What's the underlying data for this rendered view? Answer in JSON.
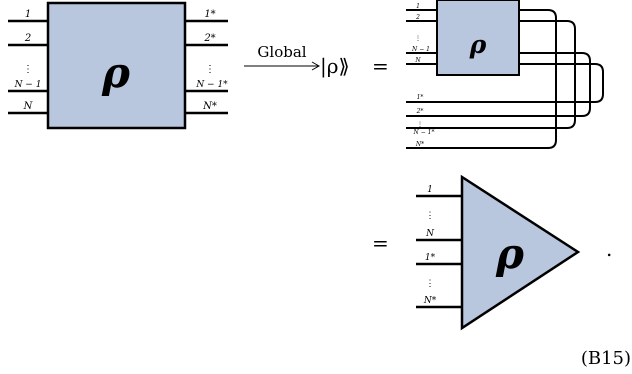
{
  "left_tensor": {
    "in_labels": [
      "1",
      "2",
      "⋮",
      "N − 1",
      "N"
    ],
    "out_labels": [
      "1*",
      "2*",
      "⋮",
      "N − 1*",
      "N*"
    ],
    "symbol": "ρ"
  },
  "arrow": {
    "label": "Global"
  },
  "vectorized": {
    "symbol": "|ρ⟫"
  },
  "equals_1": "=",
  "middle_tensor": {
    "in_labels": [
      "1",
      "2",
      "⋮",
      "N − 1",
      "N"
    ],
    "out_labels": [
      "1*",
      "2*",
      "⋮",
      "N − 1*",
      "N*"
    ],
    "symbol": "ρ"
  },
  "equals_2": "=",
  "triangle_tensor": {
    "labels": [
      "1",
      "⋮",
      "N",
      "1*",
      "⋮",
      "N*"
    ],
    "symbol": "ρ"
  },
  "period": ".",
  "equation_number": "(B15)",
  "colors": {
    "tensor_fill": "#b8c6de",
    "stroke": "#000000"
  }
}
